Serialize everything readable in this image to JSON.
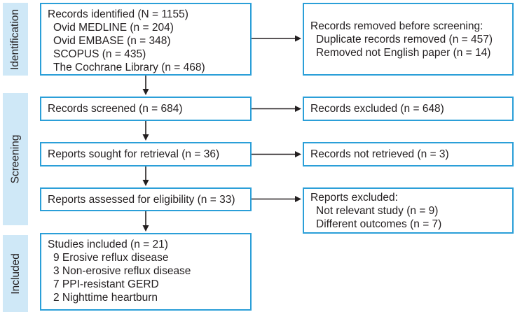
{
  "colors": {
    "sidebar_bg": "#cfe8f7",
    "box_border": "#2b9fd8",
    "text": "#231f20",
    "arrow": "#231f20",
    "background": "#ffffff"
  },
  "stages": [
    {
      "label": "Identification"
    },
    {
      "label": "Screening"
    },
    {
      "label": "Included"
    }
  ],
  "flow": {
    "identified": {
      "title": "Records identified (N = 1155)",
      "items": [
        "Ovid MEDLINE (n = 204)",
        "Ovid EMBASE (n = 348)",
        "SCOPUS (n = 435)",
        "The Cochrane Library (n = 468)"
      ]
    },
    "removed_before_screening": {
      "title": "Records removed before screening:",
      "items": [
        "Duplicate records removed (n = 457)",
        "Removed not English paper (n = 14)"
      ]
    },
    "screened": {
      "title": "Records screened (n = 684)"
    },
    "records_excluded": {
      "title": "Records excluded (n = 648)"
    },
    "sought": {
      "title": "Reports sought for retrieval (n = 36)"
    },
    "not_retrieved": {
      "title": "Records not retrieved (n = 3)"
    },
    "assessed": {
      "title": "Reports assessed for eligibility (n = 33)"
    },
    "reports_excluded": {
      "title": "Reports excluded:",
      "items": [
        "Not relevant study (n = 9)",
        "Different outcomes (n = 7)"
      ]
    },
    "included": {
      "title": "Studies included (n = 21)",
      "items": [
        "9 Erosive reflux disease",
        "3 Non-erosive reflux disease",
        "7 PPI-resistant GERD",
        "2 Nighttime heartburn"
      ]
    }
  }
}
